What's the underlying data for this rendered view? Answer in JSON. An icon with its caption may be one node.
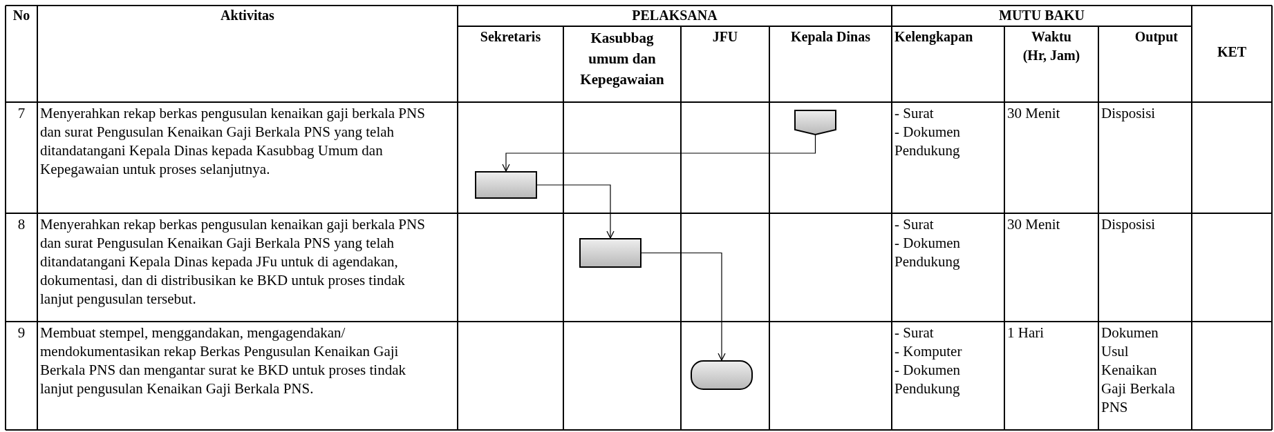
{
  "diagram": {
    "nodes": [
      {
        "text": [],
        "shape": "pentagon"
      },
      {
        "text": [],
        "shape": "box"
      },
      {
        "text": [],
        "shape": "box"
      },
      {
        "text": [],
        "shape": "oval"
      }
    ],
    "edges": [
      {
        "from": 0,
        "to": 1,
        "arrow": "to"
      },
      {
        "from": 1,
        "to": 2,
        "arrow": "to"
      },
      {
        "from": 2,
        "to": 3,
        "arrow": "to"
      }
    ],
    "labels": [
      "No",
      "Aktivitas",
      "PELAKSANA",
      "MUTU BAKU",
      "KET",
      "Sekretaris",
      "Kasubbag umum dan Kepegawaian",
      "JFU",
      "Kepala Dinas",
      "Kelengkapan",
      "Waktu (Hr, Jam)",
      "Output",
      "7",
      "Menyerahkan rekap berkas pengusulan kenaikan gaji berkala PNS dan surat Pengusulan Kenaikan Gaji Berkala PNS yang telah ditandatangani Kepala Dinas kepada Kasubbag Umum dan Kepegawaian untuk proses selanjutnya.",
      "- Surat",
      "- Dokumen Pendukung",
      "30 Menit",
      "Disposisi",
      "8",
      "Menyerahkan rekap berkas pengusulan kenaikan gaji berkala PNS dan surat Pengusulan Kenaikan Gaji Berkala PNS yang telah ditandatangani Kepala Dinas kepada JFu untuk di agendakan, dokumentasi, dan di distribusikan ke BKD  untuk proses tindak lanjut pengusulan tersebut.",
      "- Surat",
      "- Dokumen Pendukung",
      "30 Menit",
      "Disposisi",
      "9",
      "Membuat stempel, menggandakan, mengagendakan/ mendokumentasikan rekap Berkas Pengusulan Kenaikan Gaji Berkala PNS dan mengantar surat ke BKD  untuk proses tindak lanjut pengusulan Kenaikan Gaji Berkala PNS.",
      "- Surat",
      "- Komputer",
      "- Dokumen Pendukung",
      "1 Hari",
      "Dokumen Usul Kenaikan Gaji Berkala PNS"
    ]
  }
}
